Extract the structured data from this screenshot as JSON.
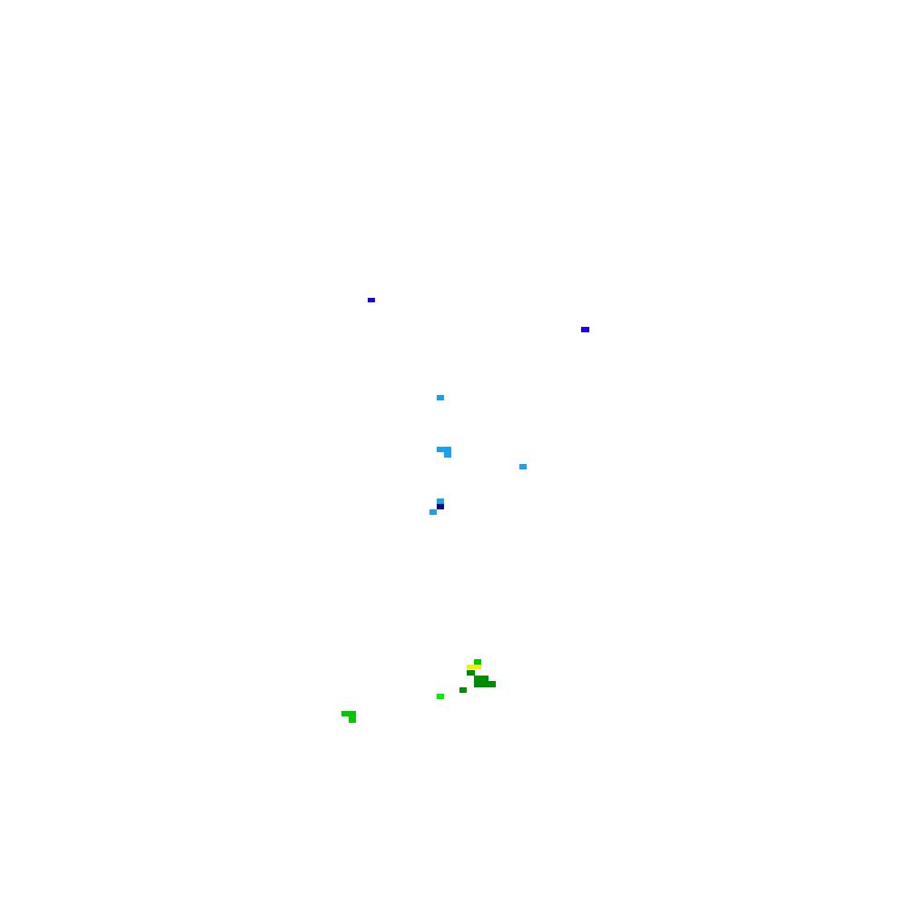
{
  "background": "#ffffff",
  "palette": {
    "blue": "#1a00e6",
    "navy": "#0a0a8c",
    "sky": "#1aa0ee",
    "yellow": "#f2ef00",
    "green": "#00c800",
    "dark_green": "#008c00",
    "lime": "#00ee00"
  },
  "cell_groups": [
    {
      "name": "blue-cells",
      "color": "blue"
    },
    {
      "name": "navy-cell",
      "color": "navy"
    },
    {
      "name": "sky-cells",
      "color": "sky"
    },
    {
      "name": "yellow-cell",
      "color": "yellow"
    },
    {
      "name": "green-cells",
      "color": "green"
    },
    {
      "name": "dark-green-cells",
      "color": "dark_green"
    },
    {
      "name": "lime-cells",
      "color": "lime"
    }
  ]
}
